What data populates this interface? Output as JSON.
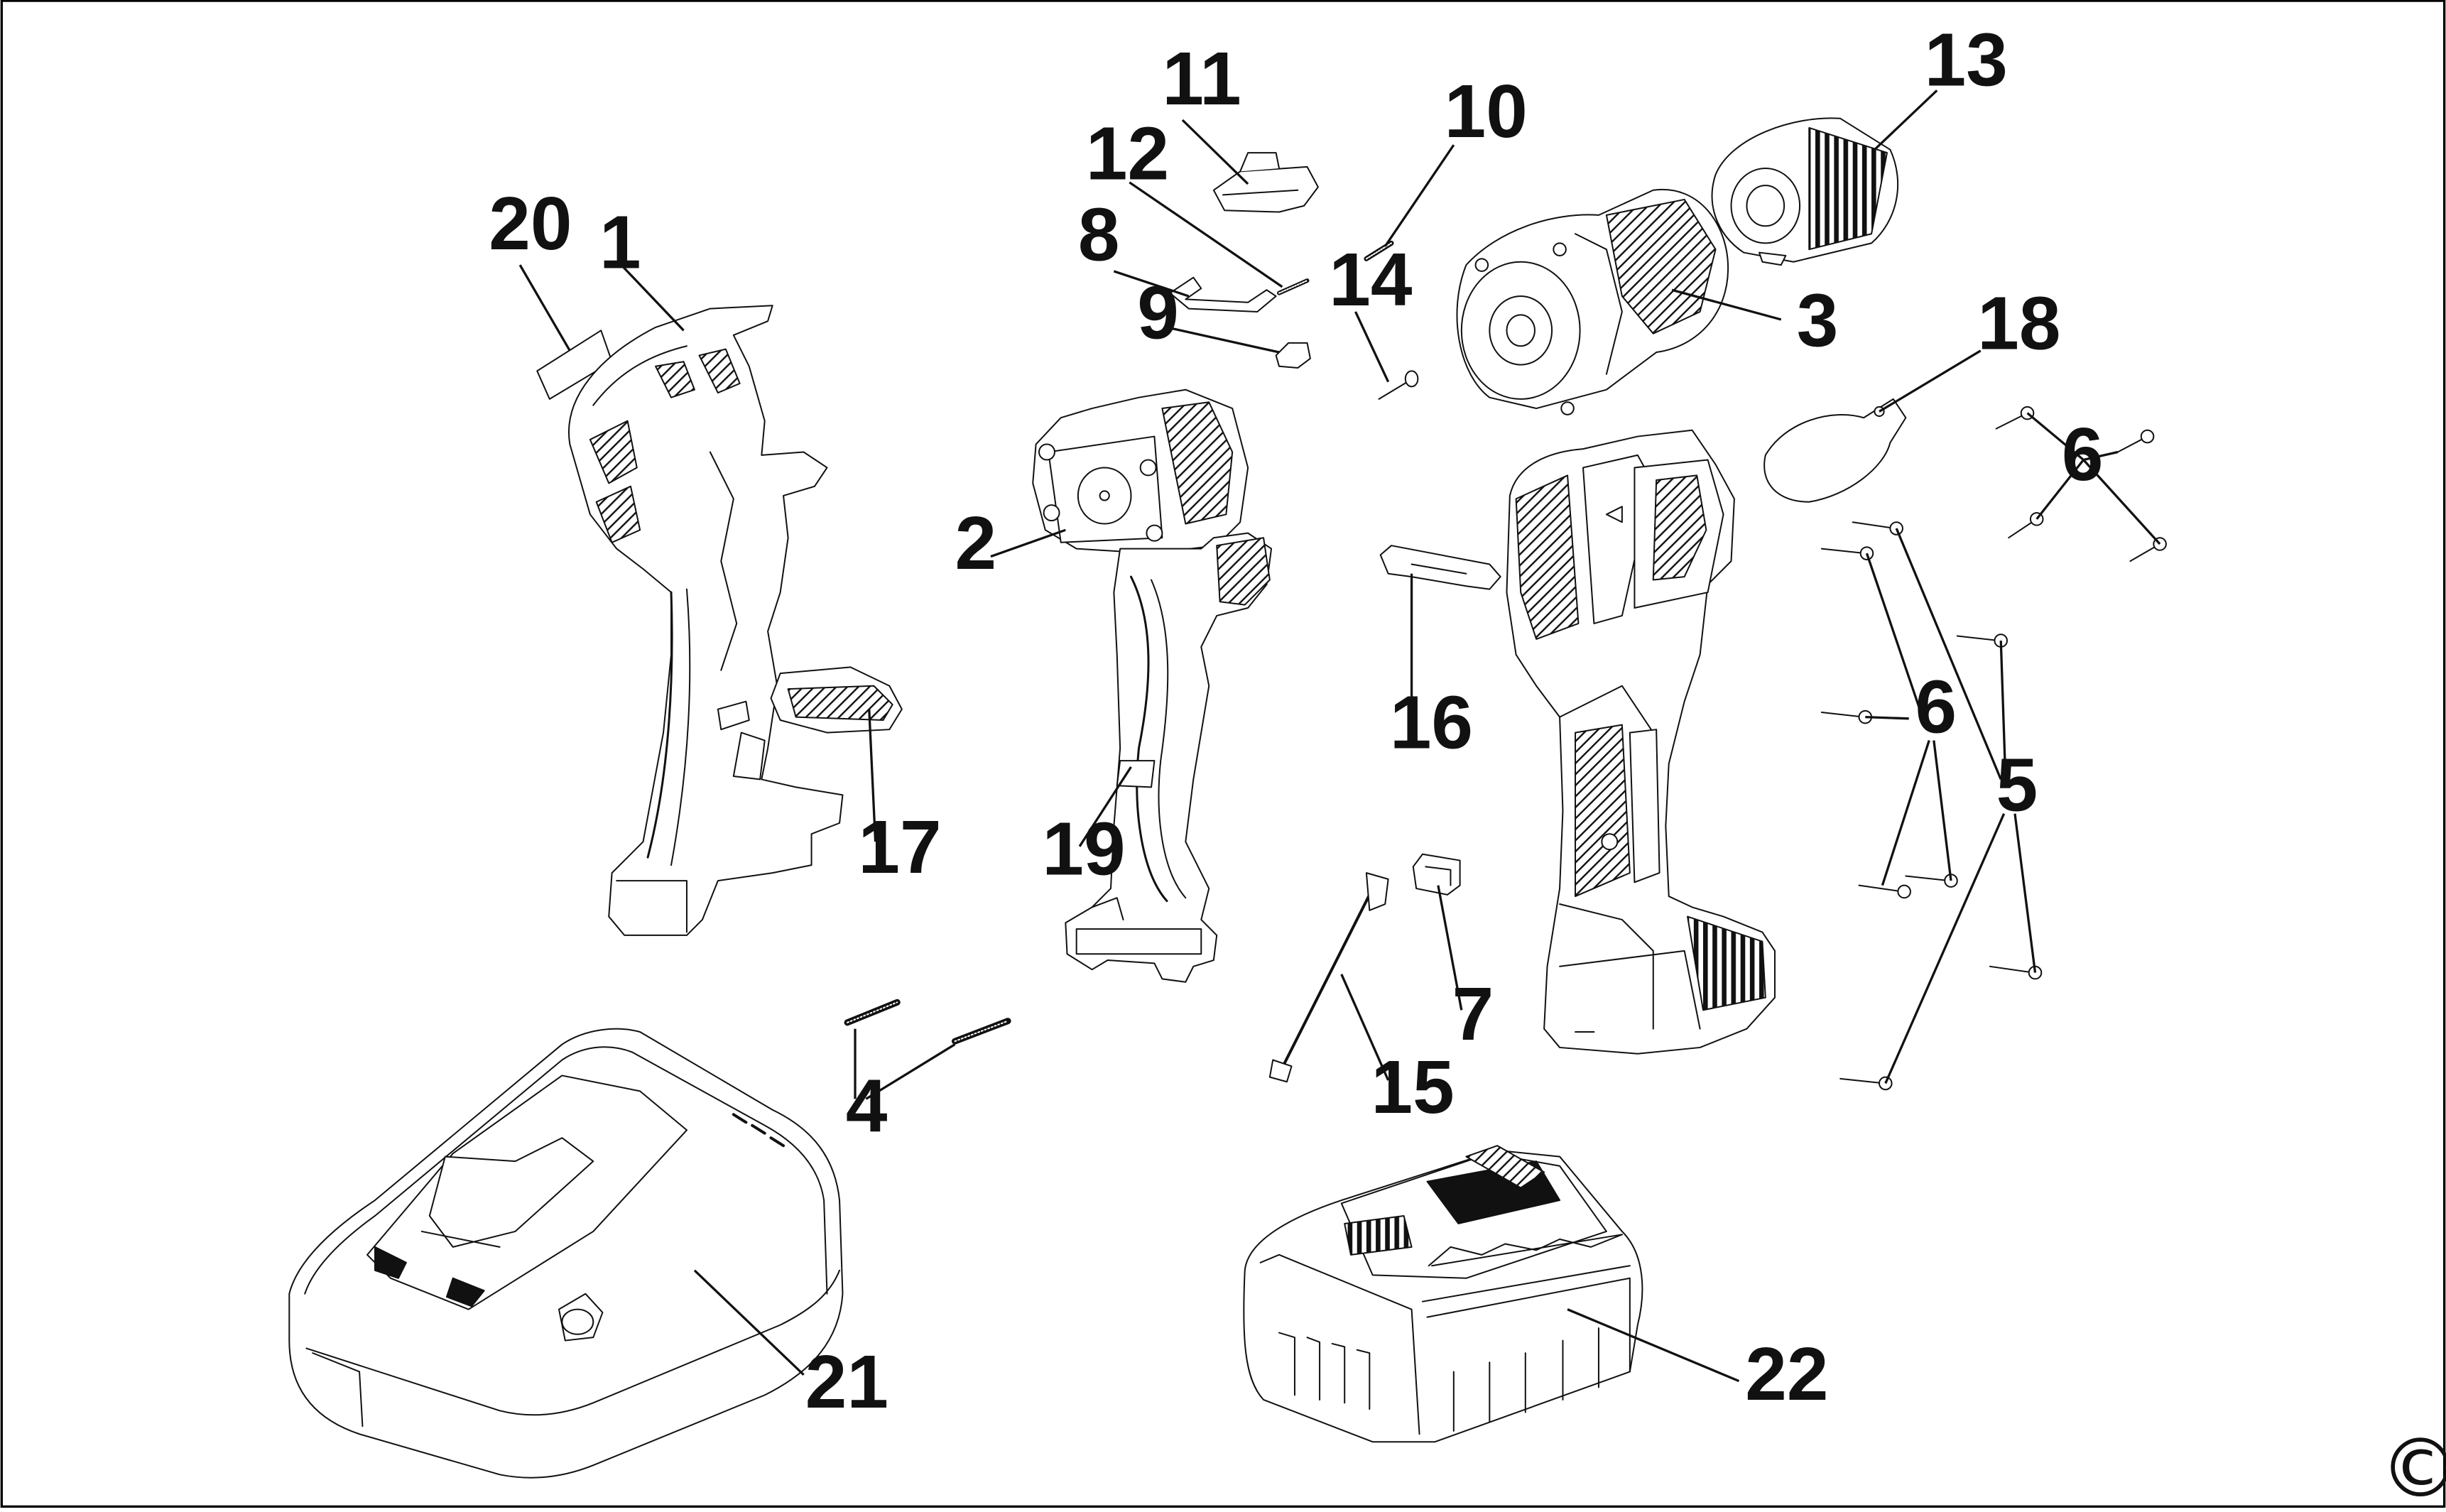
{
  "diagram": {
    "labels": {
      "l1": "1",
      "l2": "2",
      "l3": "3",
      "l4": "4",
      "l5": "5",
      "l6a": "6",
      "l6b": "6",
      "l7": "7",
      "l8": "8",
      "l9": "9",
      "l10": "10",
      "l11": "11",
      "l12": "12",
      "l13": "13",
      "l14": "14",
      "l15": "15",
      "l16": "16",
      "l17": "17",
      "l18": "18",
      "l19": "19",
      "l20": "20",
      "l21": "21",
      "l22": "22"
    },
    "copyright": "©"
  }
}
